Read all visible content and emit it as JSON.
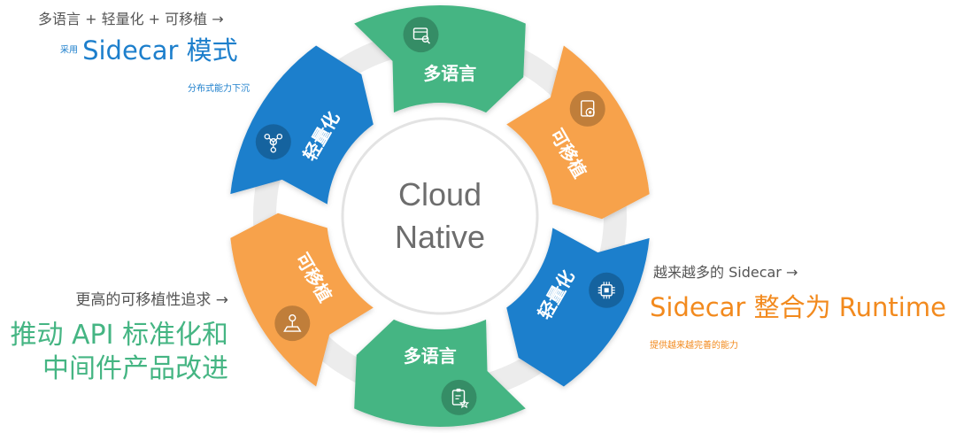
{
  "center": {
    "line1": "Cloud",
    "line2": "Native"
  },
  "segments": [
    {
      "label": "多语言",
      "icon": "browser-search-icon",
      "color": "#45b583"
    },
    {
      "label": "可移植",
      "icon": "settings-document-icon",
      "color": "#f7a24b"
    },
    {
      "label": "轻量化",
      "icon": "chip-icon",
      "color": "#1d7fcc"
    },
    {
      "label": "多语言",
      "icon": "clipboard-star-icon",
      "color": "#45b583"
    },
    {
      "label": "可移植",
      "icon": "joystick-icon",
      "color": "#f7a24b"
    },
    {
      "label": "轻量化",
      "icon": "molecule-icon",
      "color": "#1d7fcc"
    }
  ],
  "annotations": {
    "top_left": {
      "line1": "多语言 + 轻量化 + 可移植 →",
      "prefix": "采用",
      "headline": "Sidecar 模式",
      "sub": "分布式能力下沉",
      "color": "#1d7fcc"
    },
    "bottom_left": {
      "line1": "更高的可移植性追求 →",
      "headline1": "推动 API 标准化和",
      "headline2": "中间件产品改进",
      "color": "#45b583"
    },
    "right": {
      "line1": "越来越多的 Sidecar →",
      "headline": "Sidecar 整合为 Runtime",
      "sub": "提供越来越完善的能力",
      "color": "#f28a1e"
    }
  }
}
